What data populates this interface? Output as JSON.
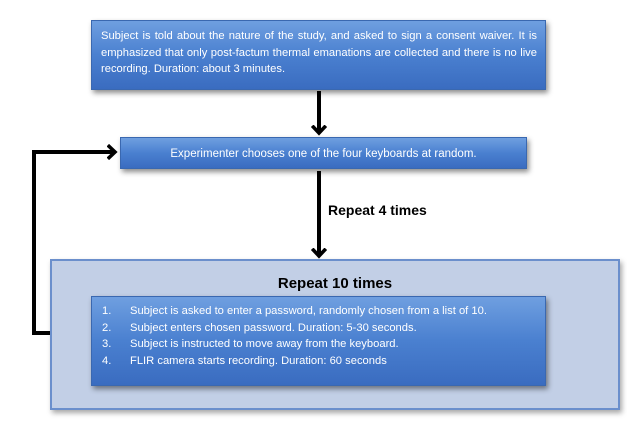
{
  "consent_text": "Subject is told about the nature of the study, and asked to sign a consent waiver. It is emphasized that only post-factum thermal emanations are collected and there is no live recording. Duration: about 3 minutes.",
  "choose_text": "Experimenter chooses one of the four keyboards at random.",
  "repeat_outer_label": "Repeat  4 times",
  "repeat_inner_label": "Repeat  10 times",
  "steps": [
    {
      "num": "1.",
      "text": "Subject is asked to enter a password, randomly chosen from a list of 10."
    },
    {
      "num": "2.",
      "text": "Subject enters chosen password. Duration: 5-30 seconds."
    },
    {
      "num": "3.",
      "text": "Subject is instructed to move away from the keyboard."
    },
    {
      "num": "4.",
      "text": "FLIR camera starts recording. Duration: 60 seconds"
    }
  ]
}
